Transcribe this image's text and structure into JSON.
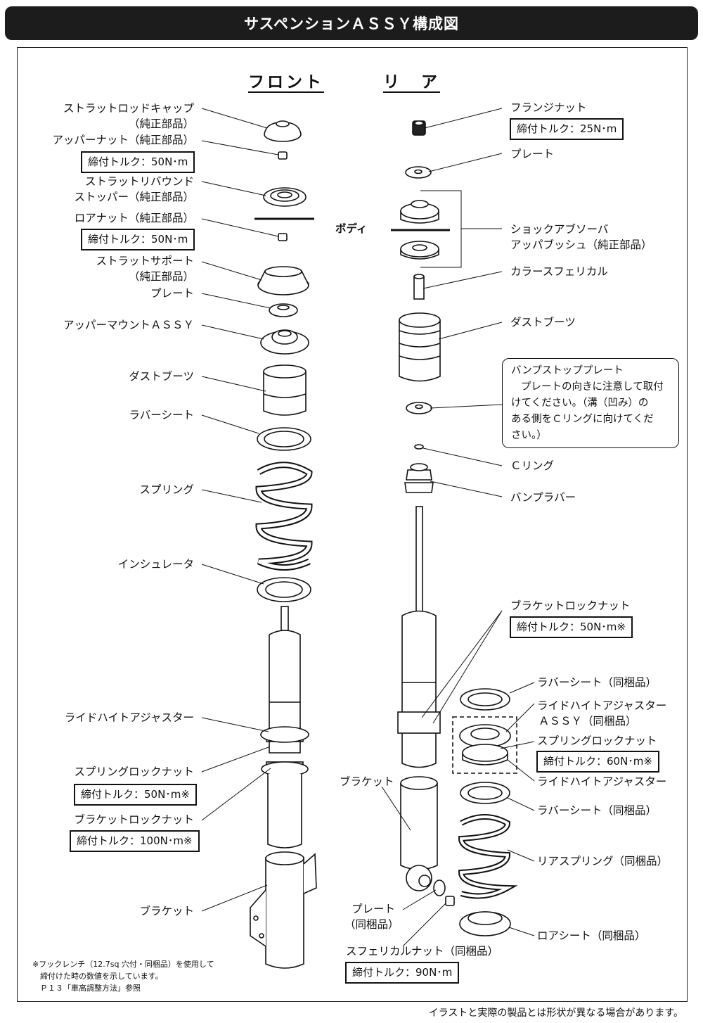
{
  "title": "サスペンションＡＳＳＹ構成図",
  "headings": {
    "front": "フロント",
    "rear": "リ　ア"
  },
  "body_label": "ボディ",
  "front": {
    "strut_rod_cap": [
      "ストラットロッドキャップ",
      "（純正部品）"
    ],
    "upper_nut": "アッパーナット（純正部品）",
    "upper_nut_torque": "締付トルク：50N･m",
    "rebound_stopper": [
      "ストラットリバウンド",
      "ストッパー（純正部品）"
    ],
    "lower_nut": "ロアナット（純正部品）",
    "lower_nut_torque": "締付トルク：50N･m",
    "strut_support": [
      "ストラットサポート",
      "（純正部品）"
    ],
    "plate": "プレート",
    "upper_mount": "アッパーマウントＡＳＳＹ",
    "dust_boot": "ダストブーツ",
    "rubber_seat": "ラバーシート",
    "spring": "スプリング",
    "insulator": "インシュレータ",
    "ride_height_adjuster": "ライドハイトアジャスター",
    "spring_lock_nut": "スプリングロックナット",
    "spring_lock_nut_torque": "締付トルク：50N･m※",
    "bracket_lock_nut": "ブラケットロックナット",
    "bracket_lock_nut_torque": "締付トルク：100N･m※",
    "bracket": "ブラケット"
  },
  "rear": {
    "flange_nut": "フランジナット",
    "flange_nut_torque": "締付トルク：25N･m",
    "plate": "プレート",
    "upper_bush": [
      "ショックアブソーバ",
      "アッパブッシュ（純正部品）"
    ],
    "collar": "カラースフェリカル",
    "dust_boot": "ダストブーツ",
    "bump_stop_plate": "バンプストッププレート",
    "bump_stop_note": [
      "プレートの向きに注意して取付",
      "けてください。（溝（凹み）の",
      "ある側をＣリングに向けてくだ",
      "さい。）"
    ],
    "c_ring": "Ｃリング",
    "bump_rubber": "バンプラバー",
    "bracket_lock_nut": "ブラケットロックナット",
    "bracket_lock_nut_torque": "締付トルク：50N･m※",
    "rubber_seat_top": "ラバーシート（同梱品）",
    "ride_height_assy": [
      "ライドハイトアジャスター",
      "ＡＳＳＹ（同梱品）"
    ],
    "spring_lock_nut": "スプリングロックナット",
    "spring_lock_nut_torque": "締付トルク：60N･m※",
    "ride_height_adjuster": "ライドハイトアジャスター",
    "bracket": "ブラケット",
    "rubber_seat_bottom": "ラバーシート（同梱品）",
    "rear_spring": "リアスプリング（同梱品）",
    "plate_bundled": [
      "プレート",
      "（同梱品）"
    ],
    "lower_seat": "ロアシート（同梱品）",
    "spherical_nut": "スフェリカルナット（同梱品）",
    "spherical_nut_torque": "締付トルク：90N･m"
  },
  "note": [
    "※フックレンチ（12.7sq 穴付・同梱品）を使用して",
    "　締付けた時の数値を示しています。",
    "　Ｐ１３「車高調整方法」参照"
  ],
  "footer": "イラストと実際の製品とは形状が異なる場合があります。"
}
